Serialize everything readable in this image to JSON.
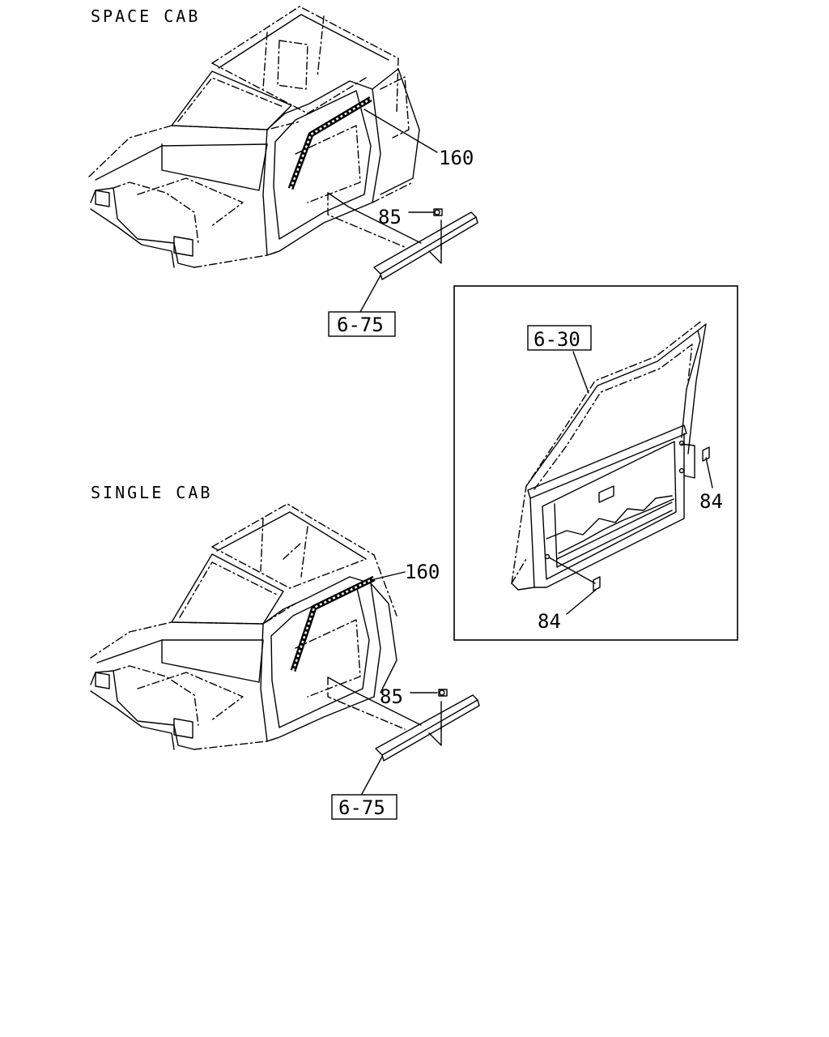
{
  "views": [
    {
      "title": "SPACE CAB",
      "callouts": [
        {
          "label": "160"
        },
        {
          "label": "85"
        },
        {
          "label": "6-75",
          "boxed": true
        }
      ]
    },
    {
      "title": "SINGLE CAB",
      "callouts": [
        {
          "label": "160"
        },
        {
          "label": "85"
        },
        {
          "label": "6-75",
          "boxed": true
        }
      ]
    }
  ],
  "inset": {
    "callouts": [
      {
        "label": "6-30",
        "boxed": true
      },
      {
        "label": "84"
      },
      {
        "label": "84"
      }
    ]
  }
}
